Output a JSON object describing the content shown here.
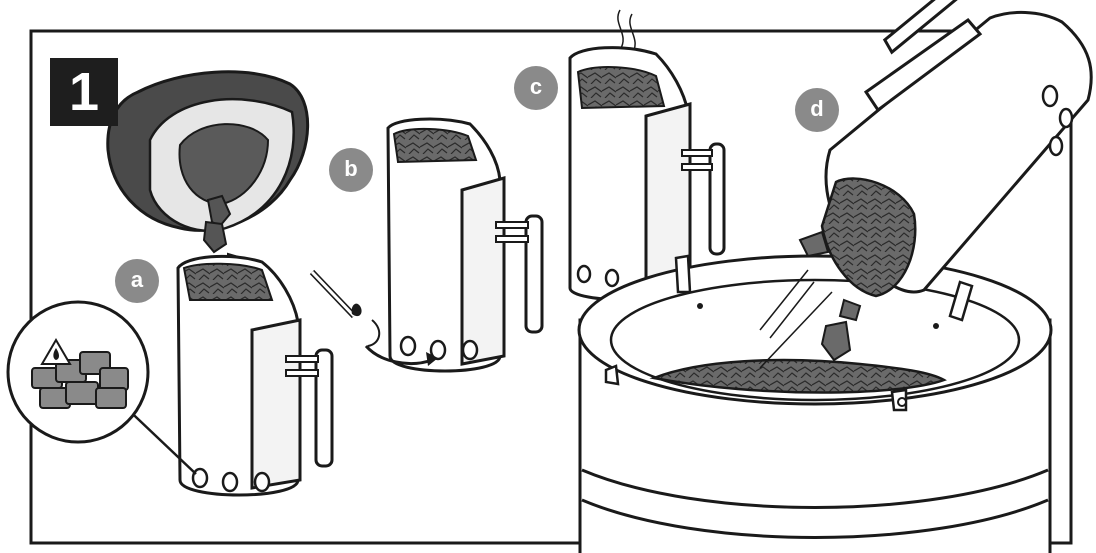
{
  "step": {
    "number": "1"
  },
  "sub_steps": [
    {
      "id": "a",
      "label": "a"
    },
    {
      "id": "b",
      "label": "b"
    },
    {
      "id": "c",
      "label": "c"
    },
    {
      "id": "d",
      "label": "d"
    }
  ],
  "colors": {
    "badge": "#1e1e1e",
    "sub_label": "#8a8a8a",
    "charcoal": "#6a6a6a",
    "bag": "#4a4a4a",
    "line": "#1a1a1a"
  },
  "icons": [
    "fire-warning-icon",
    "match-icon",
    "rotate-arrow-icon"
  ]
}
